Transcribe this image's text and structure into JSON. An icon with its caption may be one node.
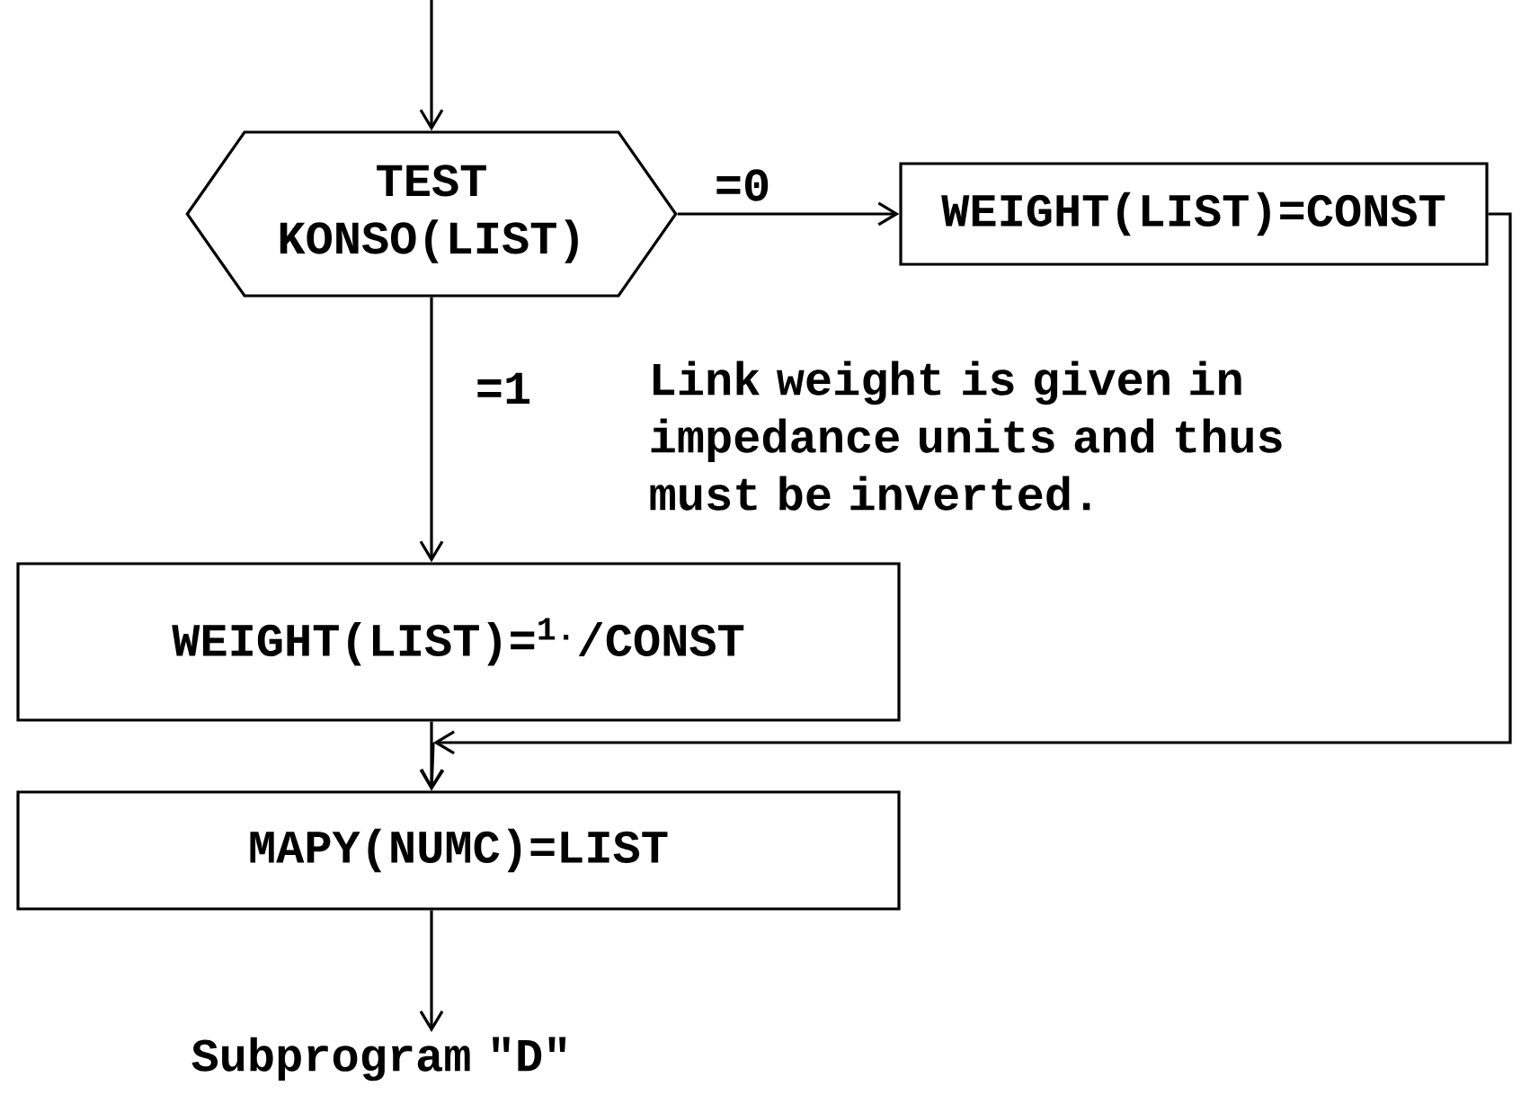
{
  "diagram": {
    "nodes": [
      {
        "text": [
          "TEST KONSO(LIST)"
        ]
      },
      {
        "text": [
          "WEIGHT(LIST)=CONST"
        ]
      },
      {
        "text": [
          "WEIGHT(LIST)=$^{1.}$/CONST"
        ]
      },
      {
        "text": [
          "MAPY(NUMC)=LIST"
        ]
      },
      {
        "text": [
          "Subprogram \"D\""
        ]
      }
    ],
    "edges": [
      {
        "from": null,
        "to": 0,
        "arrow": "to"
      },
      {
        "from": 0,
        "to": 1,
        "arrow": "to",
        "label": "=0"
      },
      {
        "from": 0,
        "to": 2,
        "arrow": "to",
        "label": "=1"
      },
      {
        "from": 1,
        "to": 3,
        "arrow": "to"
      },
      {
        "from": 2,
        "to": 3,
        "arrow": "to"
      },
      {
        "from": 3,
        "to": 4,
        "arrow": "to"
      }
    ],
    "labels": [
      "Link weight is given in impedance units and thus must be inverted."
    ]
  }
}
